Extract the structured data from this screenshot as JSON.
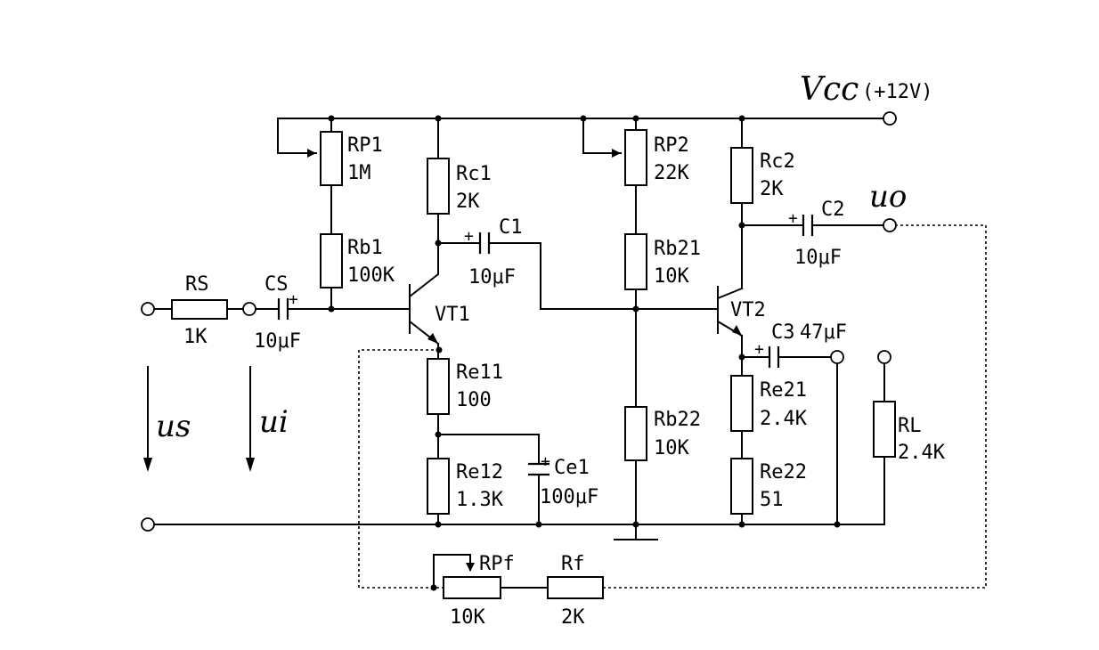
{
  "supply": {
    "name": "Vcc",
    "value": "(+12V)"
  },
  "output": {
    "name": "uo"
  },
  "source": {
    "us": "us",
    "ui": "ui"
  },
  "components": {
    "RS": "RS",
    "RS_val": "1K",
    "CS": "CS",
    "CS_val": "10μF",
    "RP1": "RP1",
    "RP1_val": "1M",
    "Rb1": "Rb1",
    "Rb1_val": "100K",
    "Rc1": "Rc1",
    "Rc1_val": "2K",
    "C1": "C1",
    "C1_val": "10μF",
    "VT1": "VT1",
    "Re11": "Re11",
    "Re11_val": "100",
    "Re12": "Re12",
    "Re12_val": "1.3K",
    "Ce1": "Ce1",
    "Ce1_val": "100μF",
    "RP2": "RP2",
    "RP2_val": "22K",
    "Rb21": "Rb21",
    "Rb21_val": "10K",
    "Rb22": "Rb22",
    "Rb22_val": "10K",
    "Rc2": "Rc2",
    "Rc2_val": "2K",
    "C2": "C2",
    "C2_val": "10μF",
    "VT2": "VT2",
    "C3": "C3",
    "C3_val": "47μF",
    "Re21": "Re21",
    "Re21_val": "2.4K",
    "Re22": "Re22",
    "Re22_val": "51",
    "RL": "RL",
    "RL_val": "2.4K",
    "RPf": "RPf",
    "RPf_val": "10K",
    "Rf": "Rf",
    "Rf_val": "2K"
  }
}
